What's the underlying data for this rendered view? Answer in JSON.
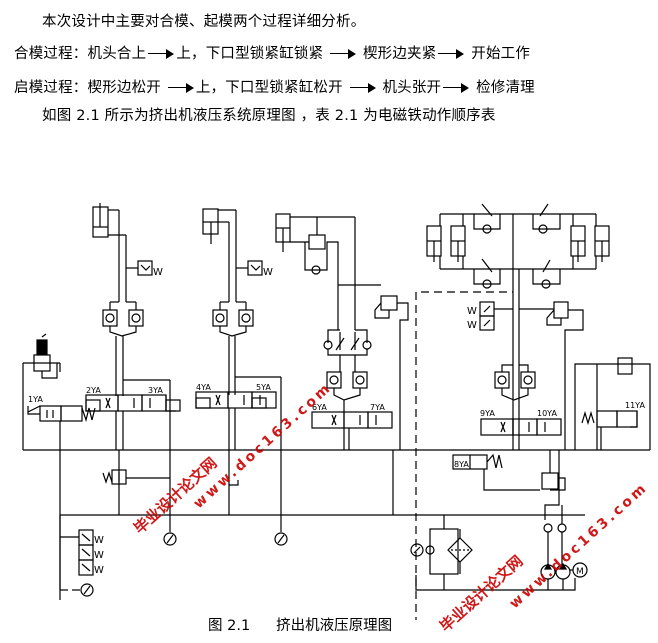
{
  "text": {
    "intro": "本次设计中主要对合模、起模两个过程详细分析。",
    "close_process": {
      "label": "合模过程：",
      "steps": [
        "机头合上",
        "上，下口型锁紧缸锁紧",
        "楔形边夹紧",
        "开始工作"
      ]
    },
    "open_process": {
      "label": "启模过程：",
      "steps": [
        "楔形边松开",
        "上，下口型锁紧缸松开",
        "机头张开",
        "检修清理"
      ]
    },
    "reference": "如图 2.1 所示为挤出机液压系统原理图 ，表 2.1 为电磁铁动作顺序表"
  },
  "diagram": {
    "solenoid_labels": [
      "1YA",
      "2YA",
      "3YA",
      "4YA",
      "5YA",
      "6YA",
      "7YA",
      "8YA",
      "9YA",
      "10YA",
      "11YA"
    ],
    "spring_symbol": "W",
    "motor_label": "M",
    "line_color": "#000000"
  },
  "caption": {
    "figure_number": "图 2.1",
    "title": "挤出机液压原理图"
  },
  "watermarks": [
    {
      "text": "毕业设计论文网",
      "color": "#cc0000"
    },
    {
      "text": "www.doc163.com",
      "color": "#cc0000"
    },
    {
      "text": "毕业设计论文网",
      "color": "#cc0000"
    },
    {
      "text": "www.doc163.com",
      "color": "#cc0000"
    }
  ]
}
